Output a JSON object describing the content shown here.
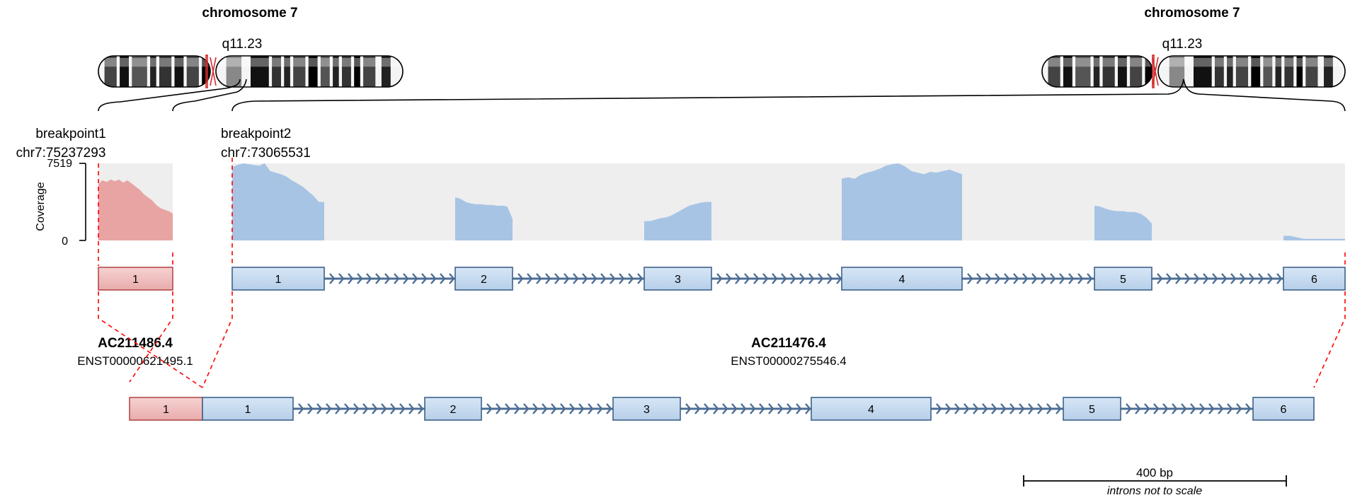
{
  "chromosome_left": {
    "title": "chromosome 7",
    "band": "q11.23"
  },
  "chromosome_right": {
    "title": "chromosome 7",
    "band": "q11.23"
  },
  "breakpoint1": {
    "label": "breakpoint1",
    "position": "chr7:75237293"
  },
  "breakpoint2": {
    "label": "breakpoint2",
    "position": "chr7:73065531"
  },
  "coverage": {
    "axis_label": "Coverage",
    "max_label": "7519",
    "min_label": "0"
  },
  "gene_left": {
    "name": "AC211486.4",
    "transcript": "ENST00000621495.1",
    "exons": [
      "1"
    ],
    "color": "#e8a3a3"
  },
  "gene_right": {
    "name": "AC211476.4",
    "transcript": "ENST00000275546.4",
    "exons": [
      "1",
      "2",
      "3",
      "4",
      "5",
      "6"
    ],
    "color": "#a7c4e5"
  },
  "fusion": {
    "exons": [
      "1",
      "1",
      "2",
      "3",
      "4",
      "5",
      "6"
    ]
  },
  "scale": {
    "length_label": "400 bp",
    "note": "introns not to scale"
  },
  "colors": {
    "pink_fill": "#f2c2c2",
    "pink_stroke": "#b44a4a",
    "blue_fill": "#c6daf0",
    "blue_stroke": "#3e6189",
    "intron": "#4d6e94",
    "track_bg": "#eeeeee",
    "breakpoint_line": "#ff0000"
  }
}
